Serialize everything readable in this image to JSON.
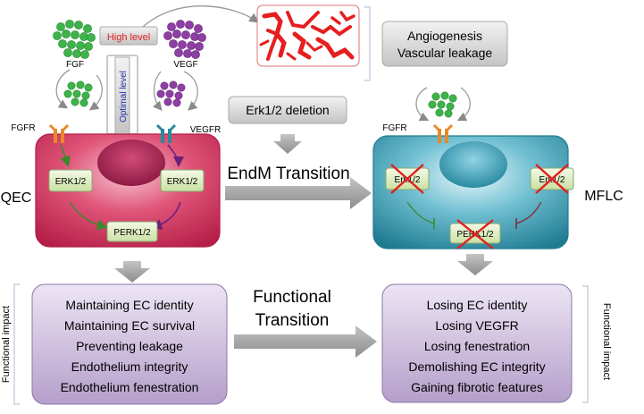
{
  "labels": {
    "high_level": "High level",
    "optimal_level": "Optimal level",
    "fgf": "FGF",
    "vegf": "VEGF",
    "fgfr_left": "FGFR",
    "vegfr": "VEGFR",
    "fgfr_right": "FGFR",
    "angiogenesis_line1": "Angiogenesis",
    "angiogenesis_line2": "Vascular leakage",
    "erk_deletion": "Erk1/2 deletion",
    "endm_transition": "EndM Transition",
    "functional_transition_line1": "Functional",
    "functional_transition_line2": "Transition",
    "qec": "QEC",
    "mflc": "MFLC",
    "functional_impact_left": "Functional impact",
    "functional_impact_right": "Functional impact"
  },
  "qec_cell": {
    "erk_left": "ERK1/2",
    "erk_right": "ERK1/2",
    "perk": "PERK1/2"
  },
  "mflc_cell": {
    "erk_left": "Erk1/2",
    "erk_right": "Erk1/2",
    "perk": "PERK1/2"
  },
  "left_impacts": [
    "Maintaining EC identity",
    "Maintaining EC survival",
    "Preventing leakage",
    "Endothelium integrity",
    "Endothelium fenestration"
  ],
  "right_impacts": [
    "Losing EC identity",
    "Losing VEGFR",
    "Losing fenestration",
    "Demolishing EC integrity",
    "Gaining fibrotic features"
  ],
  "colors": {
    "qec": "#d43a5e",
    "mflc": "#2e8a9e",
    "impact_box": "#b8a6cc",
    "fgf_dots": "#3db34a",
    "vegf_dots": "#8e3fa3",
    "high_level_text": "#e02020",
    "optimal_level_text": "#1a2fb0",
    "vessels": "#e61e1e",
    "receptor_fgfr": "#e8892a",
    "receptor_vegfr": "#2a8a9a",
    "arrow_grey": "#9a9a9a",
    "x_mark": "#e02020"
  }
}
